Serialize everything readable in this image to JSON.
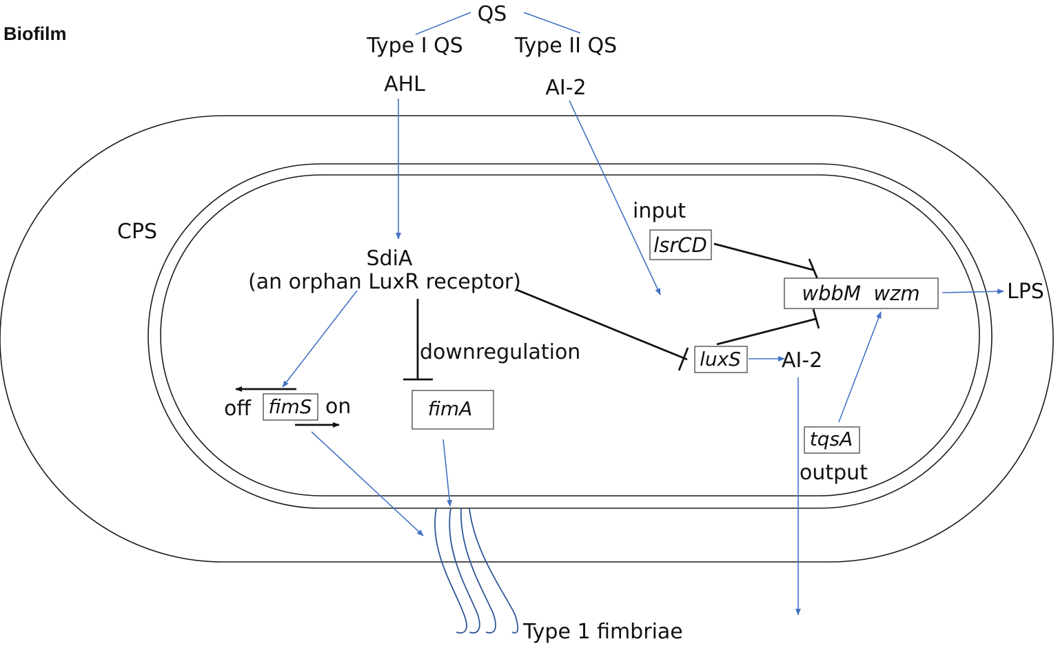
{
  "title": "Biofilm",
  "qs": {
    "root": "QS",
    "type1": "Type I QS",
    "type2": "Type II QS",
    "ahl": "AHL",
    "ai2_top": "AI-2"
  },
  "cell": {
    "cps": "CPS",
    "input": "input",
    "output": "output",
    "sdia": "SdiA",
    "sdia_desc": "(an orphan LuxR receptor)",
    "downregulation": "downregulation",
    "off": "off",
    "on": "on",
    "ai2_mid": "AI-2",
    "lps": "LPS",
    "fimbriae": "Type 1 fimbriae"
  },
  "genes": {
    "lsrcd": "lsrCD",
    "wbbm_wzm": "wbbM  wzm",
    "luxs": "luxS",
    "fims": "fimS",
    "fima": "fimA",
    "tqsa": "tqsA"
  },
  "colors": {
    "activation_arrow": "#4472c4",
    "inhibition": "#111111"
  }
}
